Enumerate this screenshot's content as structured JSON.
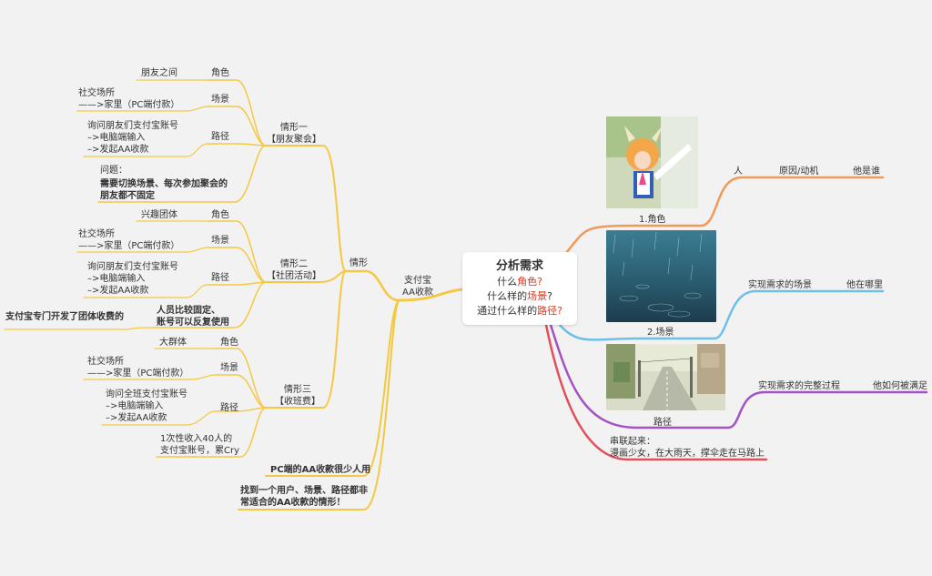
{
  "root": {
    "title": "分析需求",
    "line1_prefix": "什么",
    "line1_highlight": "角色?",
    "line2_prefix": "什么样的",
    "line2_highlight": "场景",
    "line2_suffix": "?",
    "line3_prefix": "通过什么样的",
    "line3_highlight": "路径?"
  },
  "left": {
    "main_line1": "支付宝",
    "main_line2": "AA收款",
    "branch": "情形",
    "situation1": {
      "title_line1": "情形一",
      "title_line2": "【朋友聚会】",
      "role_key": "角色",
      "role_value": "朋友之间",
      "scene_key": "场景",
      "scene_value_line1": "社交场所",
      "scene_value_line2": "——>家里（PC端付款）",
      "path_key": "路径",
      "path_value_line1": "询问朋友们支付宝账号",
      "path_value_line2": "–>电脑端输入",
      "path_value_line3": "–>发起AA收款",
      "problem_label": "问题：",
      "problem_line1": "需要切换场景、每次参加聚会的",
      "problem_line2": "朋友都不固定"
    },
    "situation2": {
      "title_line1": "情形二",
      "title_line2": "【社团活动】",
      "role_key": "角色",
      "role_value": "兴趣团体",
      "scene_key": "场景",
      "scene_value_line1": "社交场所",
      "scene_value_line2": "——>家里（PC端付款）",
      "path_key": "路径",
      "path_value_line1": "询问朋友们支付宝账号",
      "path_value_line2": "–>电脑端输入",
      "path_value_line3": "–>发起AA收款",
      "note_line1": "人员比较固定、",
      "note_line2": "账号可以反复使用",
      "note_child": "支付宝专门开发了团体收费的"
    },
    "situation3": {
      "title_line1": "情形三",
      "title_line2": "【收班费】",
      "role_key": "角色",
      "role_value": "大群体",
      "scene_key": "场景",
      "scene_value_line1": "社交场所",
      "scene_value_line2": "——>家里（PC端付款）",
      "path_key": "路径",
      "path_value_line1": "询问全班支付宝账号",
      "path_value_line2": "–>电脑端输入",
      "path_value_line3": "–>发起AA收款",
      "note_line1": "1次性收入40人的",
      "note_line2": "支付宝账号，累Cry"
    },
    "conclusion1": "PC端的AA收款很少人用",
    "conclusion2_line1": "找到一个用户、场景、路径都非",
    "conclusion2_line2": "常适合的AA收款的情形！"
  },
  "right": {
    "role": {
      "image_caption": "1.角色",
      "node1": "人",
      "node2": "原因/动机",
      "node3": "他是谁",
      "image_name": "cosplay-character-photo"
    },
    "scene": {
      "image_caption": "2.场景",
      "node1": "实现需求的场景",
      "node2": "他在哪里",
      "image_name": "rain-on-ground-photo"
    },
    "path": {
      "image_caption": "路径",
      "node1": "实现需求的完整过程",
      "node2": "他如何被满足",
      "image_name": "street-scene-illustration"
    },
    "summary": {
      "line1": "串联起来：",
      "line2": "漫画少女，在大雨天，撑伞走在马路上"
    }
  },
  "colors": {
    "background": "#f2f2f2",
    "left_branch": "#f5c842",
    "role_branch": "#f09a5a",
    "scene_branch": "#6cc0ea",
    "path_branch": "#a352c4",
    "summary_branch": "#e0505a",
    "highlight": "#d9381e"
  }
}
